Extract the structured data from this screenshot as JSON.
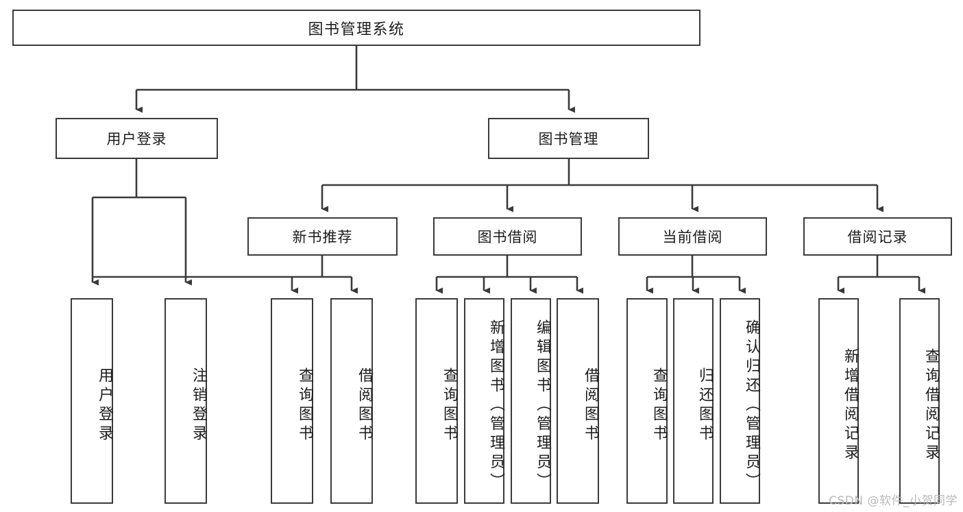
{
  "diagram": {
    "title": "图书管理系统",
    "type": "hierarchy-tree",
    "watermark": "CSDN @软件_小贺同学",
    "colors": {
      "stroke": "#3a3a3a",
      "fill": "#ffffff",
      "text": "#1c1c1c",
      "watermark": "#b9b9b9"
    },
    "nodes": {
      "root": {
        "label": "图书管理系统"
      },
      "level2": [
        {
          "id": "user-login",
          "label": "用户登录"
        },
        {
          "id": "book-manage",
          "label": "图书管理"
        }
      ],
      "level3": [
        {
          "id": "new-book-recommend",
          "label": "新书推荐"
        },
        {
          "id": "book-borrow",
          "label": "图书借阅"
        },
        {
          "id": "current-borrow",
          "label": "当前借阅"
        },
        {
          "id": "borrow-record",
          "label": "借阅记录"
        }
      ],
      "leaves": {
        "user-login": [
          {
            "id": "leaf-user-login",
            "label": "用户登录"
          },
          {
            "id": "leaf-logout-login",
            "label": "注销登录"
          }
        ],
        "new-book-recommend": [
          {
            "id": "leaf-query-book-1",
            "label": "查询图书"
          },
          {
            "id": "leaf-borrow-book-1",
            "label": "借阅图书"
          }
        ],
        "book-borrow": [
          {
            "id": "leaf-query-book-2",
            "label": "查询图书"
          },
          {
            "id": "leaf-add-book",
            "label": "新增图书（管理员）"
          },
          {
            "id": "leaf-edit-book",
            "label": "编辑图书（管理员）"
          },
          {
            "id": "leaf-borrow-book-2",
            "label": "借阅图书"
          }
        ],
        "current-borrow": [
          {
            "id": "leaf-query-book-3",
            "label": "查询图书"
          },
          {
            "id": "leaf-return-book",
            "label": "归还图书"
          },
          {
            "id": "leaf-confirm-return",
            "label": "确认归还（管理员）"
          }
        ],
        "borrow-record": [
          {
            "id": "leaf-add-record",
            "label": "新增借阅记录"
          },
          {
            "id": "leaf-query-record",
            "label": "查询借阅记录"
          }
        ]
      }
    }
  }
}
